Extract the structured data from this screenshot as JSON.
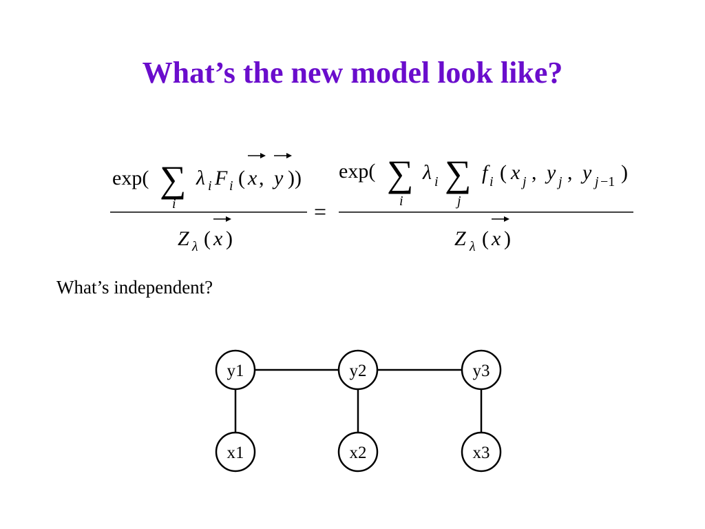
{
  "title": "What’s the new model look like?",
  "question": "What’s independent?",
  "formula": {
    "left_numerator": "exp( Σ_i λ_i F_i( x⃗, y⃗ ))",
    "left_denominator": "Z_λ( x⃗ )",
    "equals": "=",
    "right_numerator": "exp( Σ_i λ_i Σ_j f_i( x_j , y_j , y_j−1 ))",
    "right_denominator": "Z_λ( x⃗ )"
  },
  "graph": {
    "nodes": [
      {
        "id": "y1",
        "label": "y1"
      },
      {
        "id": "y2",
        "label": "y2"
      },
      {
        "id": "y3",
        "label": "y3"
      },
      {
        "id": "x1",
        "label": "x1"
      },
      {
        "id": "x2",
        "label": "x2"
      },
      {
        "id": "x3",
        "label": "x3"
      }
    ],
    "edges": [
      [
        "y1",
        "y2"
      ],
      [
        "y2",
        "y3"
      ],
      [
        "y1",
        "x1"
      ],
      [
        "y2",
        "x2"
      ],
      [
        "y3",
        "x3"
      ]
    ]
  }
}
